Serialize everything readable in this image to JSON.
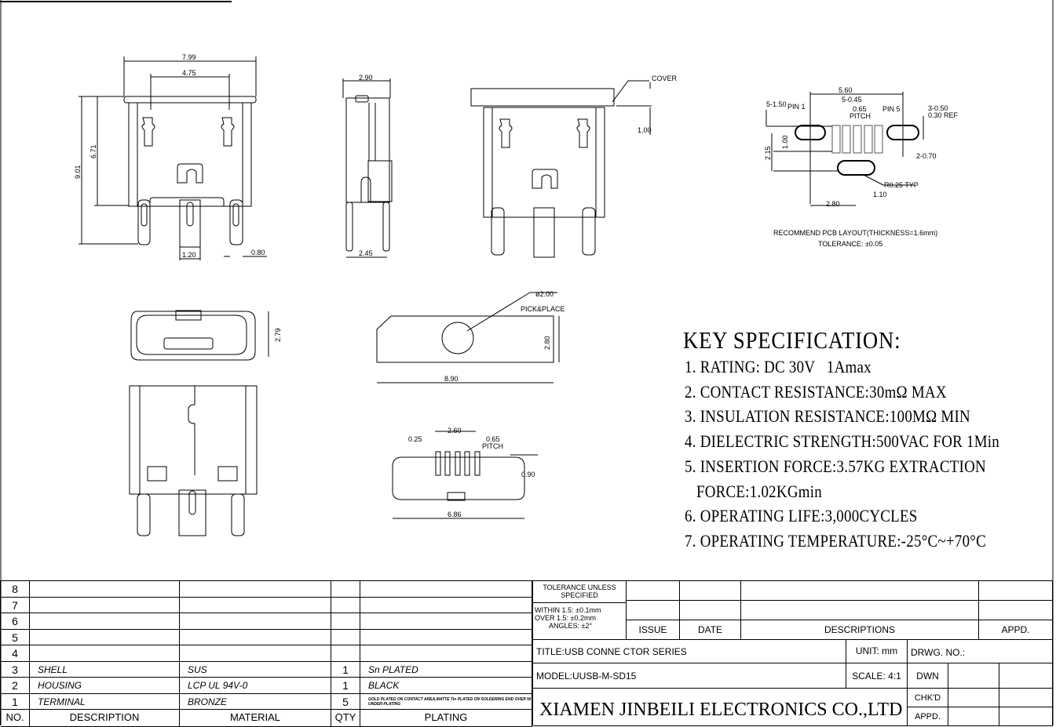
{
  "views": {
    "front": {
      "width_total": "7.99",
      "pin_span": "4.75",
      "height_total": "9.01",
      "height_body": "6.71",
      "center_pin": "1.20",
      "side_pin": "0.80"
    },
    "side": {
      "top": "2.90",
      "bottom": "2.45"
    },
    "cover_view": {
      "cover_label": "COVER",
      "cover_height": "1.00"
    },
    "end_view": {
      "height": "2.79"
    },
    "pick_view": {
      "diameter": "ø2.00",
      "label": "PICK&PLACE",
      "height": "2.80",
      "width": "8.90"
    },
    "rear_view": {
      "span": "2.60",
      "pin_width": "0.25",
      "pitch": "0.65",
      "pitch_label": "PITCH",
      "depth": "0.90",
      "width": "6.86"
    },
    "pcb": {
      "width": "5.60",
      "pad_width": "5-0.45",
      "pitch": "0.65",
      "pitch_label": "PITCH",
      "pin1": "PIN 1",
      "slot_len": "5-1.50",
      "pin5": "PIN 5",
      "slot_w": "3-0.50",
      "ref": "0.30 REF",
      "pad_len": "1.00",
      "offset": "2.15",
      "hole": "2-0.70",
      "radius": "R0.25 TYP",
      "bottom_w": "1.10",
      "bottom_off": "2.80",
      "caption": "RECOMMEND PCB LAYOUT(THICKNESS=1.6mm)",
      "tolerance": "TOLERANCE: ±0.05"
    }
  },
  "key_spec": {
    "title": "KEY SPECIFICATION:",
    "items": [
      "1. RATING: DC 30V   1Amax",
      "2. CONTACT RESISTANCE:30mΩ MAX",
      "3. INSULATION RESISTANCE:100MΩ MIN",
      "4. DIELECTRIC STRENGTH:500VAC FOR 1Min",
      "5. INSERTION FORCE:3.57KG EXTRACTION",
      "   FORCE:1.02KGmin",
      "6. OPERATING LIFE:3,000CYCLES",
      "7. OPERATING TEMPERATURE:-25°C~+70°C"
    ]
  },
  "bom": {
    "headers": {
      "no": "NO.",
      "description": "DESCRIPTION",
      "material": "MATERIAL",
      "qty": "QTY",
      "plating": "PLATING"
    },
    "rows": [
      {
        "no": "8",
        "description": "",
        "material": "",
        "qty": "",
        "plating": ""
      },
      {
        "no": "7",
        "description": "",
        "material": "",
        "qty": "",
        "plating": ""
      },
      {
        "no": "6",
        "description": "",
        "material": "",
        "qty": "",
        "plating": ""
      },
      {
        "no": "5",
        "description": "",
        "material": "",
        "qty": "",
        "plating": ""
      },
      {
        "no": "4",
        "description": "",
        "material": "",
        "qty": "",
        "plating": ""
      },
      {
        "no": "3",
        "description": "SHELL",
        "material": "SUS",
        "qty": "1",
        "plating": "Sn PLATED"
      },
      {
        "no": "2",
        "description": "HOUSING",
        "material": "LCP UL 94V-0",
        "qty": "1",
        "plating": "BLACK"
      },
      {
        "no": "1",
        "description": "TERMINAL",
        "material": "BRONZE",
        "qty": "5",
        "plating": "GOLD PLATED ON CONTACT AREA,MATTE Tin PLATED ON SOLDERING END OVER NI UNDER-PLATING"
      }
    ]
  },
  "title_block": {
    "tolerance_head": "TOLERANCE UNLESS SPECIFIED",
    "within": "WITHIN 1.5: ±0.1mm",
    "over": "OVER 1.5:  ±0.2mm",
    "angles": "ANGLES: ±2°",
    "issue": "ISSUE",
    "date": "DATE",
    "descriptions": "DESCRIPTIONS",
    "appd": "APPD.",
    "title": "TITLE:USB  CONNE  CTOR  SERIES",
    "unit": "UNIT: mm",
    "drwg_no": "DRWG.  NO.:",
    "model": "MODEL:UUSB-M-SD15",
    "scale": "SCALE: 4:1",
    "dwn": "DWN",
    "company": "XIAMEN JINBEILI ELECTRONICS CO.,LTD",
    "chkd": "CHK'D",
    "appd2": "APPD."
  }
}
